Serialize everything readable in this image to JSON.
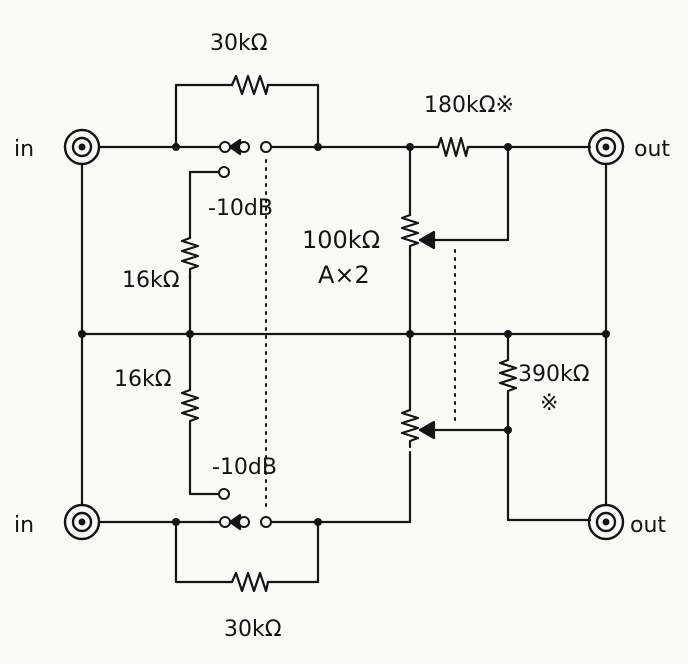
{
  "labels": {
    "in_top": "in",
    "in_bottom": "in",
    "out_top": "out",
    "out_bottom": "out",
    "r_top_bypass": "30kΩ",
    "r_bottom_bypass": "30kΩ",
    "r_series_out": "180kΩ※",
    "pot": "100kΩ",
    "pot_type": "A×2",
    "r_atten_top": "16kΩ",
    "r_atten_bottom": "16kΩ",
    "r_shunt": "390kΩ",
    "r_shunt_note": "※",
    "switch_top": "-10dB",
    "switch_bottom": "-10dB"
  },
  "colors": {
    "ink": "#141414",
    "paper": "#fbfaf4"
  }
}
